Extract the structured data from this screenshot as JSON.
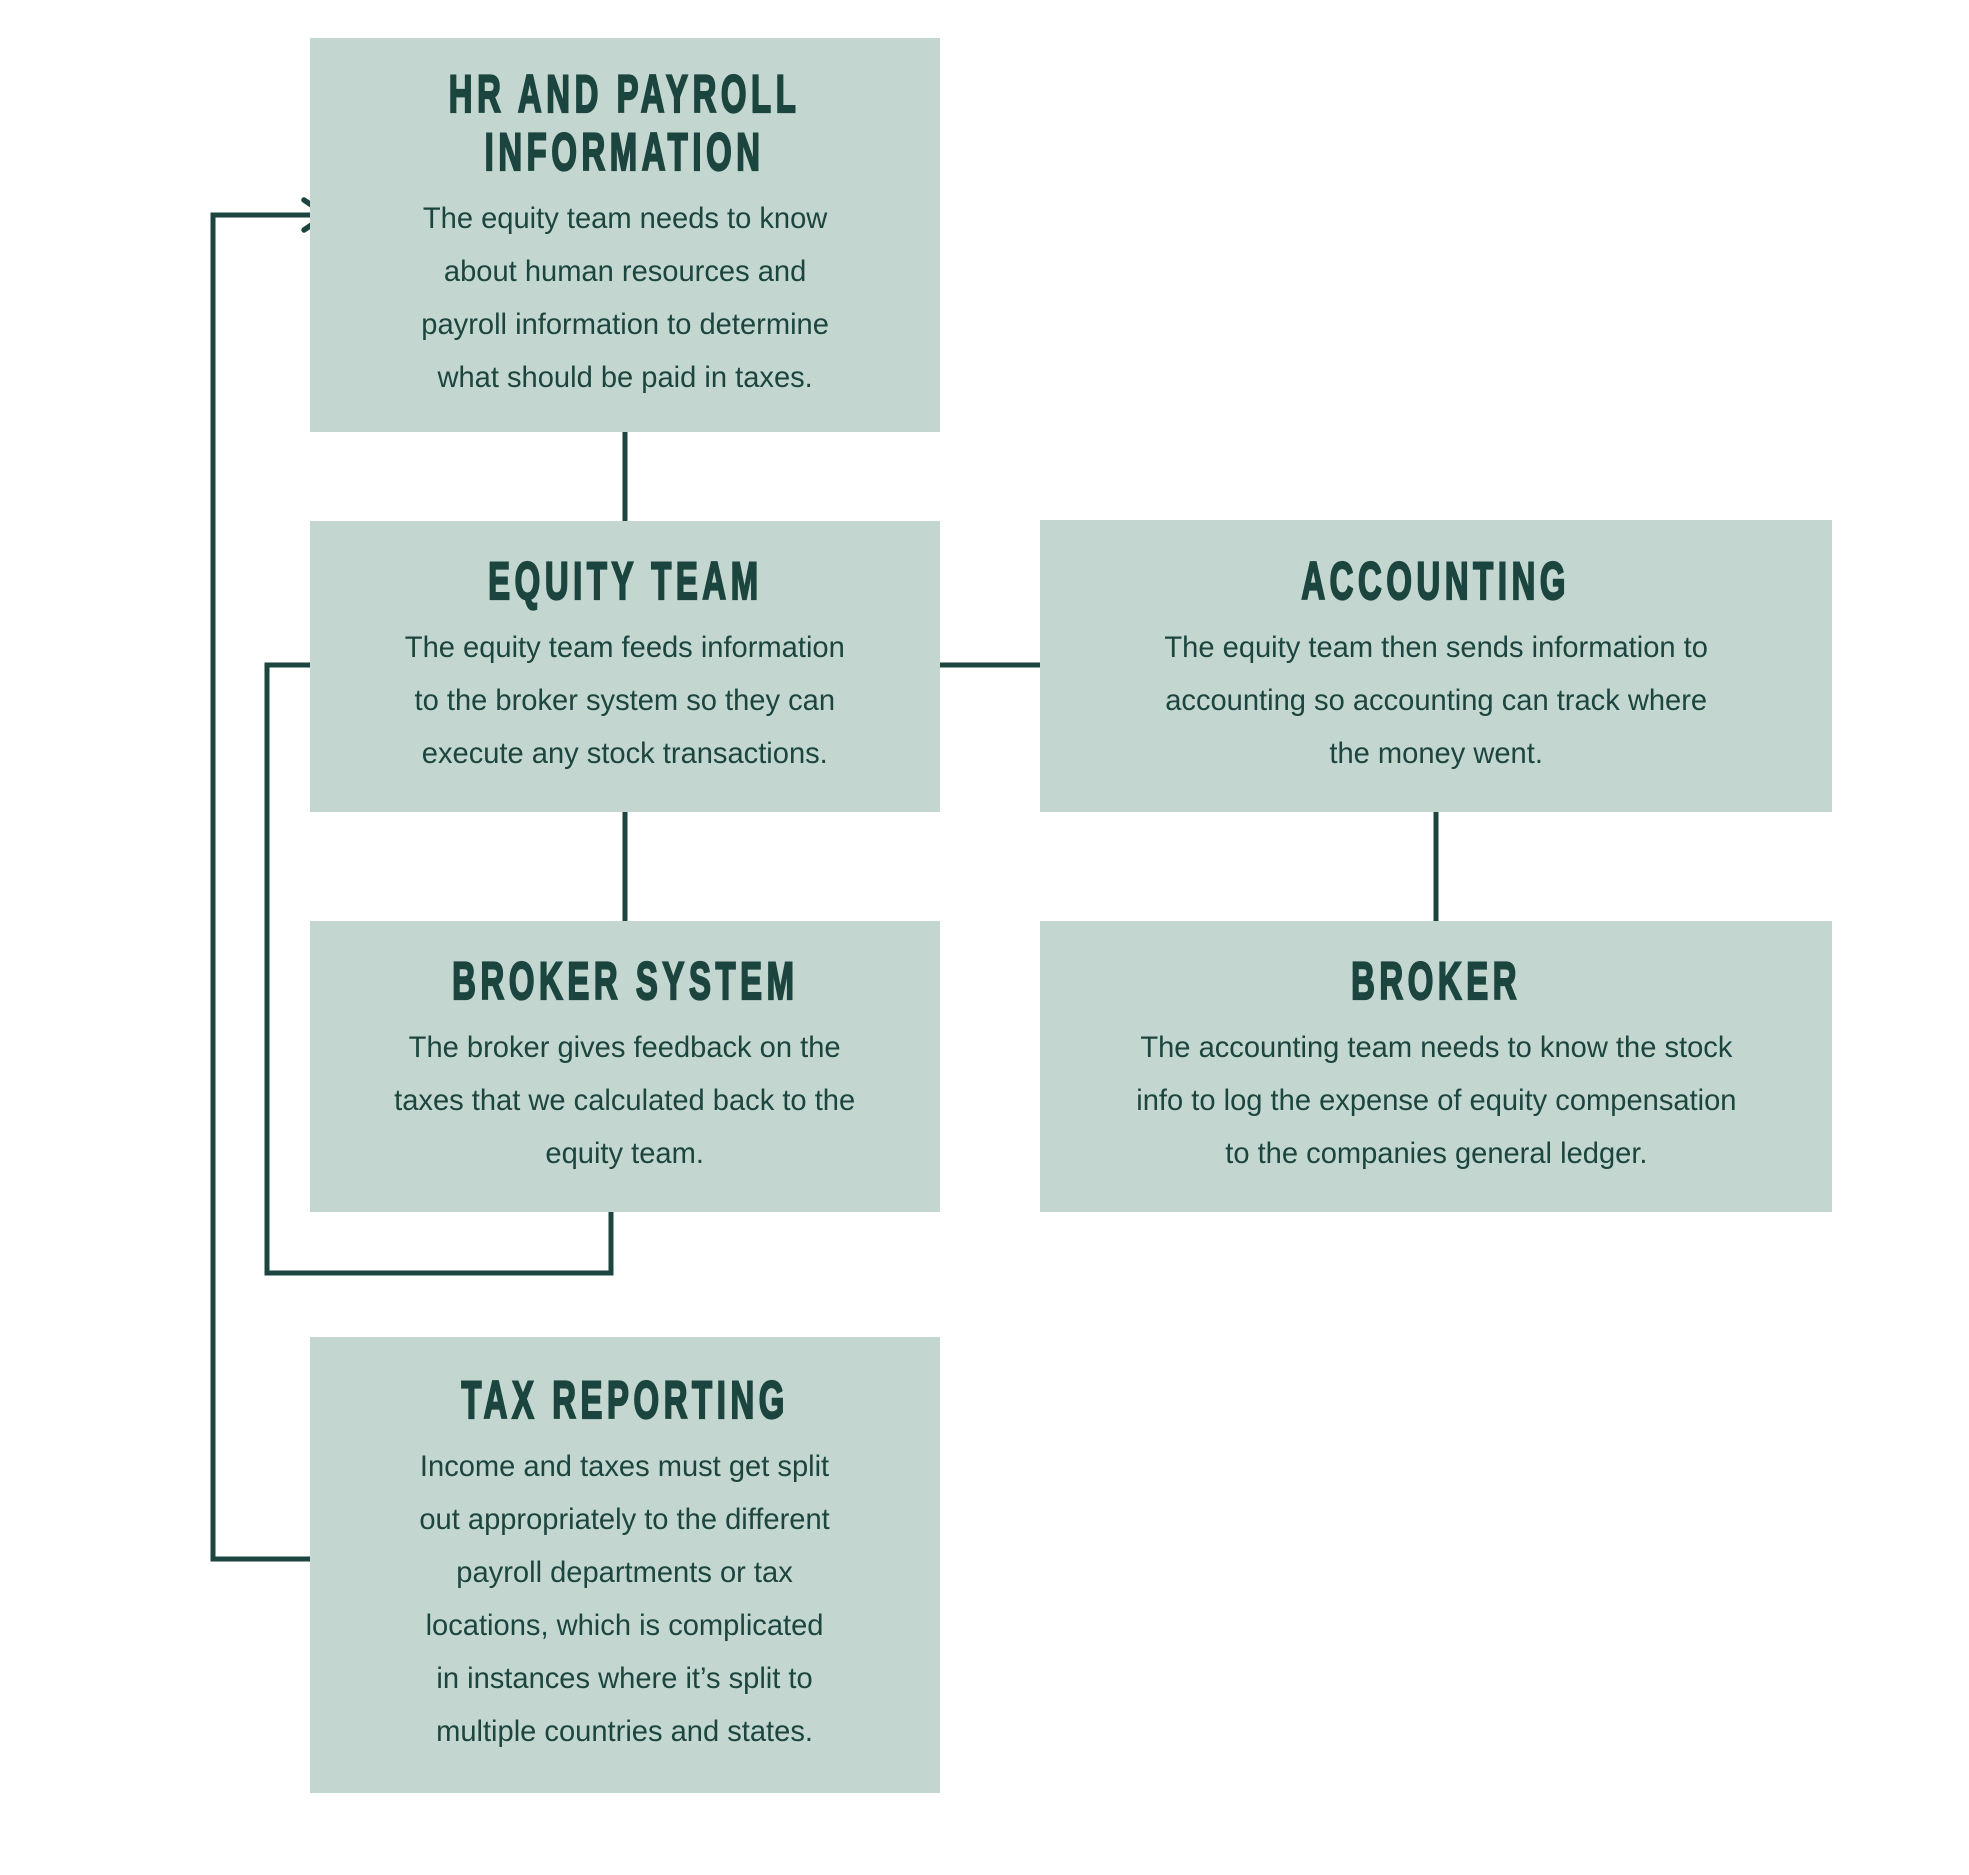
{
  "palette": {
    "canvas_bg": "#ffffff",
    "box_bg": "#c3d7d0",
    "ink": "#1b453e"
  },
  "diagram": {
    "type": "flowchart",
    "nodes": [
      {
        "id": "hr-payroll",
        "title": "HR AND PAYROLL\nINFORMATION",
        "body": "The equity team needs to know\nabout human resources and\npayroll information to determine\nwhat should be paid in taxes."
      },
      {
        "id": "equity-team",
        "title": "EQUITY TEAM",
        "body": "The equity team feeds information\nto the broker system so they can\nexecute any stock transactions."
      },
      {
        "id": "accounting",
        "title": "ACCOUNTING",
        "body": "The equity team then sends information to\naccounting so accounting can track where\nthe money went."
      },
      {
        "id": "broker-system",
        "title": "BROKER SYSTEM",
        "body": "The broker gives feedback on the\ntaxes that we calculated back to the\nequity team."
      },
      {
        "id": "broker",
        "title": "BROKER",
        "body": "The accounting team needs to know the stock\ninfo to log the expense of equity compensation\nto the companies general ledger."
      },
      {
        "id": "tax-reporting",
        "title": "TAX REPORTING",
        "body": "Income and taxes must get split\nout appropriately to the different\npayroll departments or tax\nlocations, which is complicated\nin instances where it’s split to\nmultiple countries and states."
      }
    ],
    "edges": [
      {
        "from": "hr-payroll",
        "to": "equity-team"
      },
      {
        "from": "equity-team",
        "to": "accounting"
      },
      {
        "from": "equity-team",
        "to": "broker-system"
      },
      {
        "from": "accounting",
        "to": "broker"
      },
      {
        "from": "broker-system",
        "to": "equity-team",
        "note": "feedback loop"
      },
      {
        "from": "tax-reporting",
        "to": "hr-payroll",
        "note": "feedback loop"
      }
    ]
  }
}
